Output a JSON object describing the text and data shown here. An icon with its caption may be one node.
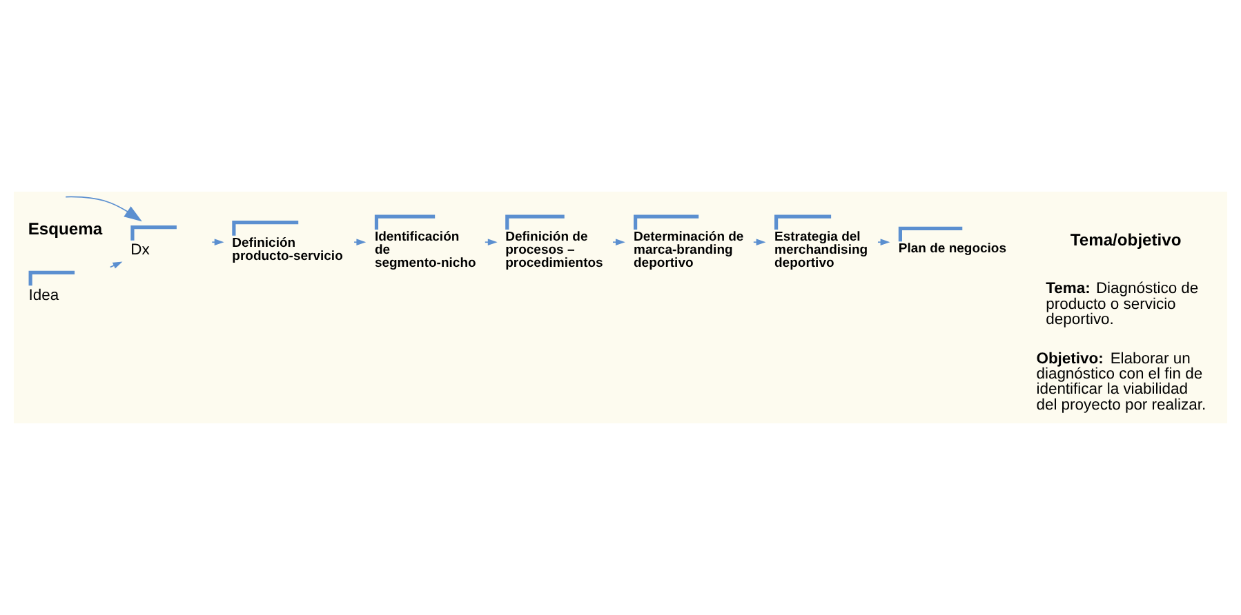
{
  "diagram": {
    "nodes": [
      {
        "text": [
          "Idea"
        ]
      },
      {
        "text": [
          "Dx"
        ]
      },
      {
        "text": [
          "Definición producto-servicio"
        ]
      },
      {
        "text": [
          "Identificación de segmento-nicho"
        ]
      },
      {
        "text": [
          "Definición de procesos – procedimientos"
        ]
      },
      {
        "text": [
          "Determinación de marca-branding deportivo"
        ]
      },
      {
        "text": [
          "Estrategia del merchandising deportivo"
        ]
      },
      {
        "text": [
          "Plan de negocios"
        ]
      }
    ],
    "edges": [
      {
        "from": null,
        "to": 1,
        "arrow": "to"
      },
      {
        "from": 0,
        "to": 1,
        "arrow": "to"
      },
      {
        "from": 1,
        "to": 2,
        "arrow": "to"
      },
      {
        "from": 2,
        "to": 3,
        "arrow": "to"
      },
      {
        "from": 3,
        "to": 4,
        "arrow": "to"
      },
      {
        "from": 4,
        "to": 5,
        "arrow": "to"
      },
      {
        "from": 5,
        "to": 6,
        "arrow": "to"
      },
      {
        "from": 6,
        "to": 7,
        "arrow": "to"
      }
    ],
    "labels": [
      "Esquema",
      "Tema/objetivo",
      "**Tema:** Diagnóstico de producto o servicio deportivo.",
      "**Objetivo:** Elaborar un diagnóstico con el fin de identificar la viabilidad del proyecto por realizar."
    ]
  }
}
